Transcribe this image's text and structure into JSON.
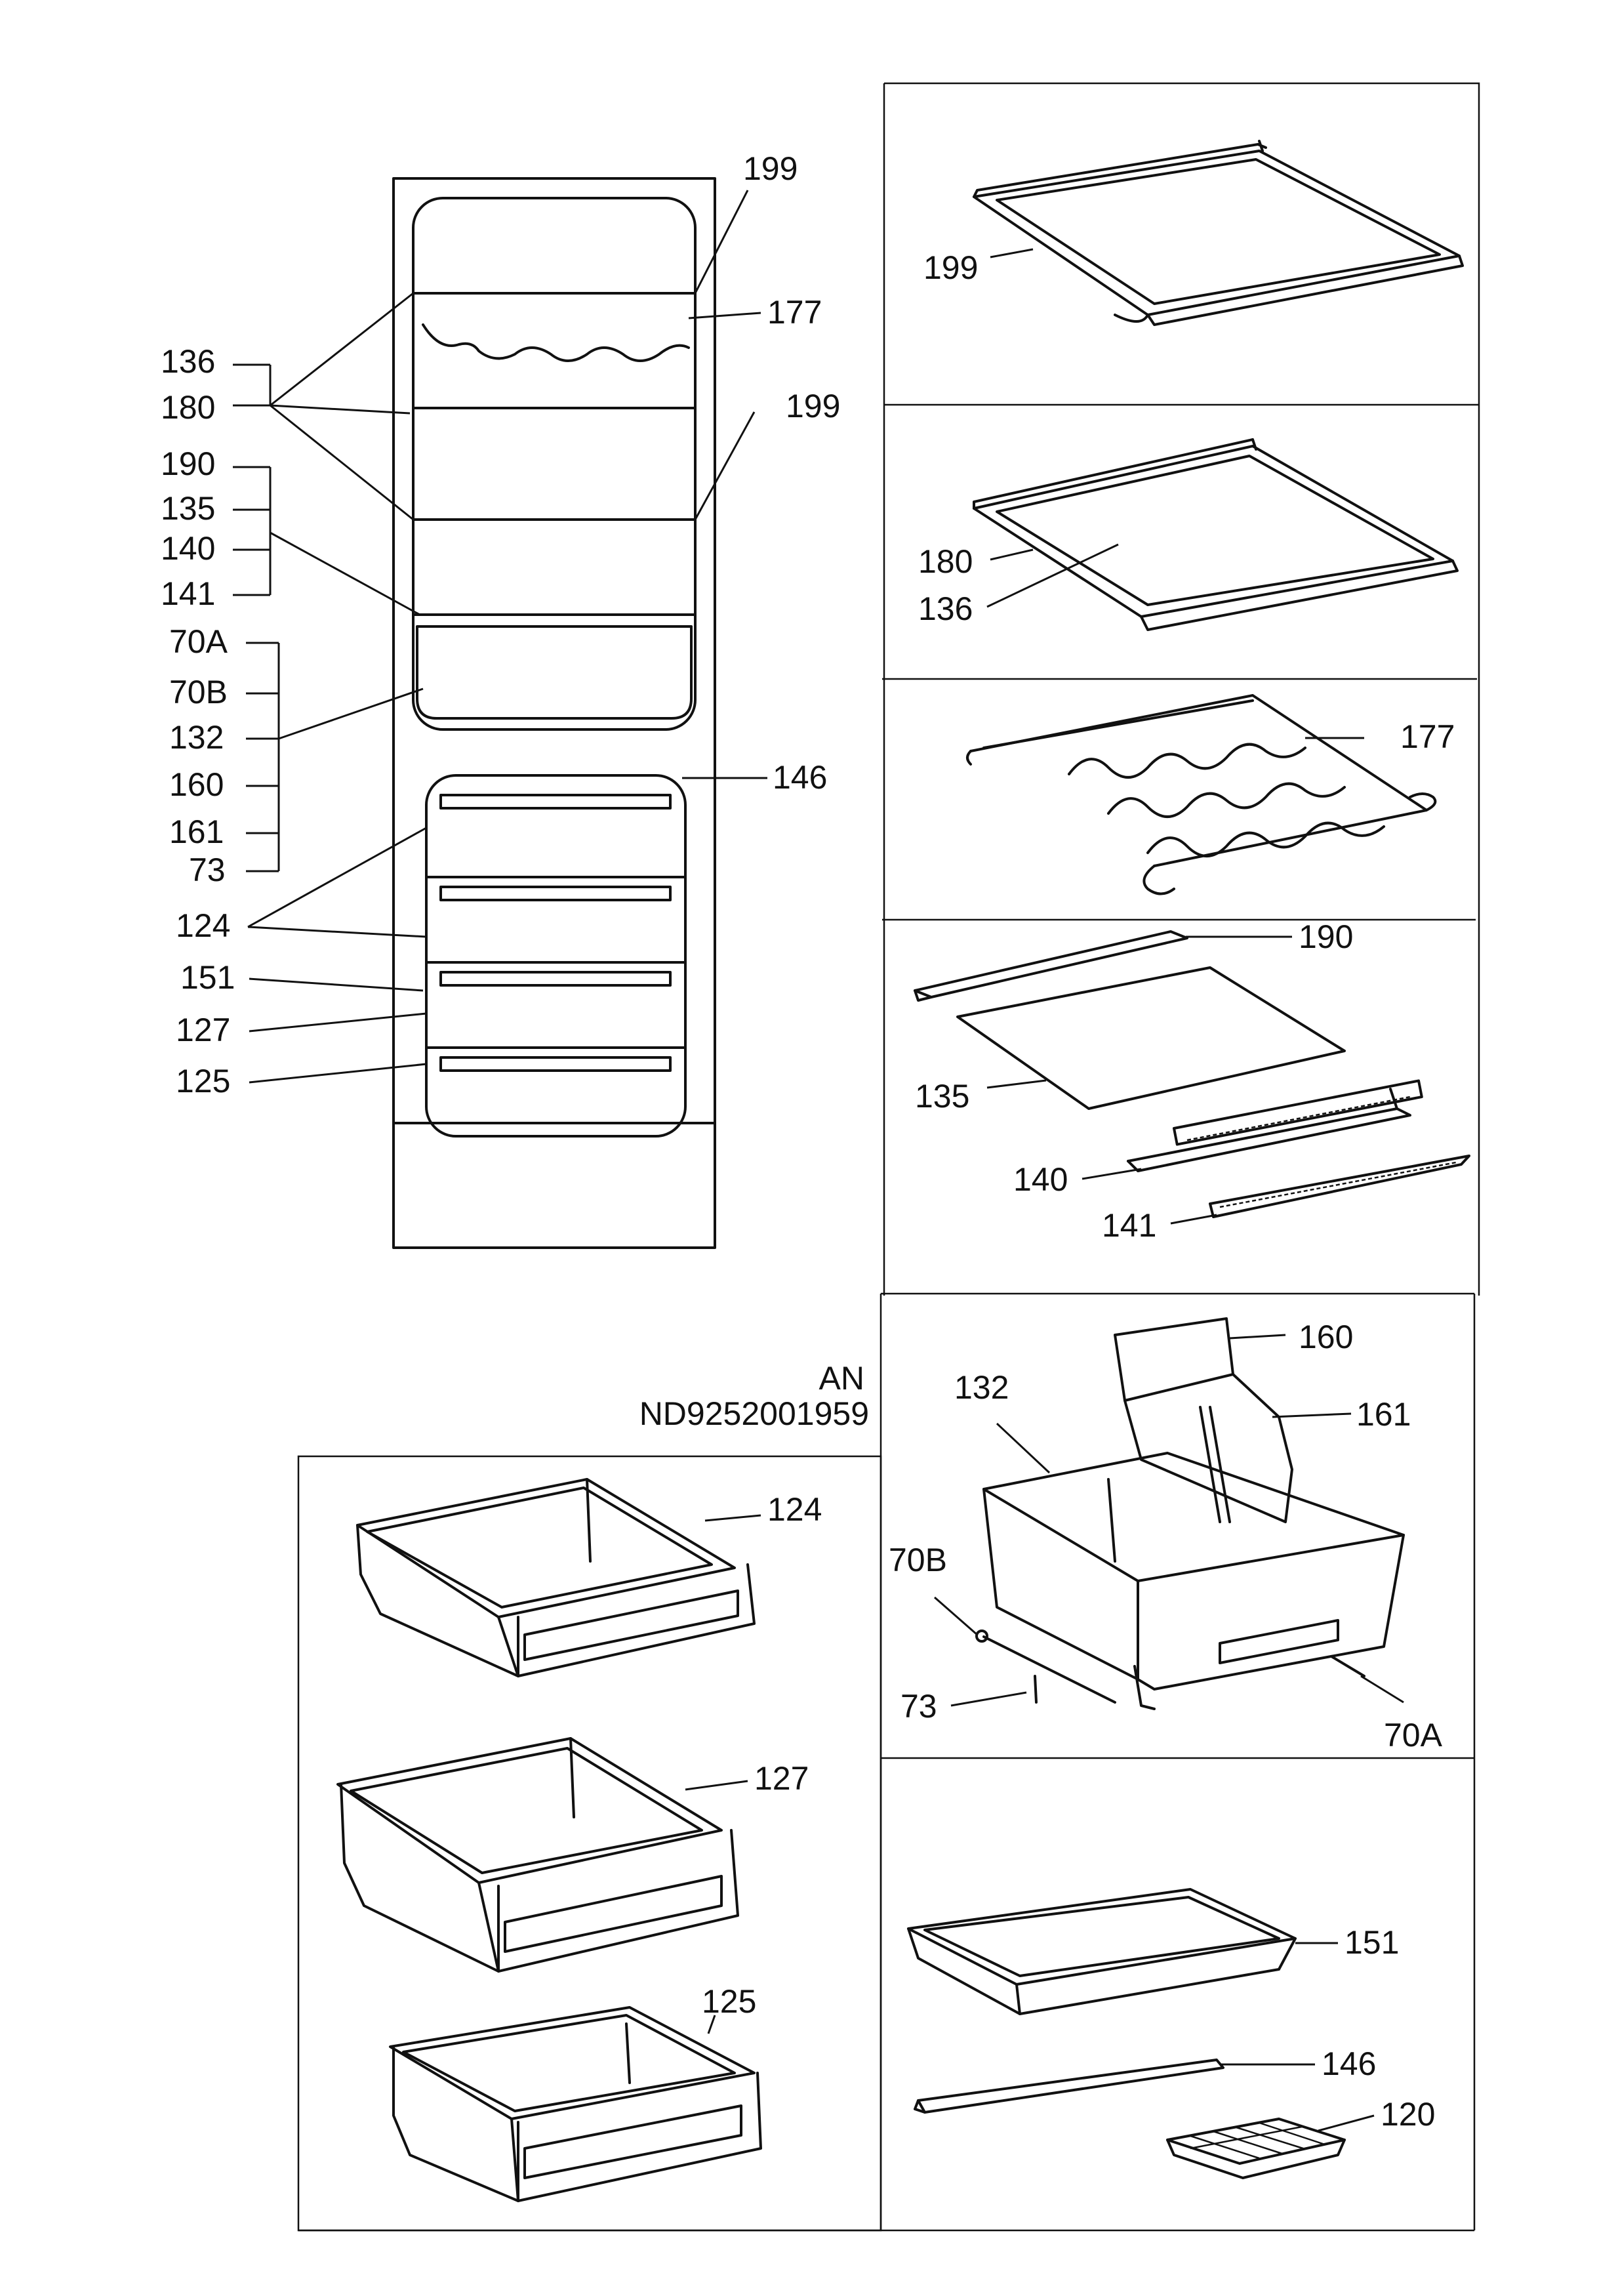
{
  "doc": {
    "code_line1": "AN",
    "code_line2": "ND9252001959"
  },
  "cabinet_labels": {
    "l199a": "199",
    "l177": "177",
    "l199b": "199",
    "l136": "136",
    "l180": "180",
    "l190": "190",
    "l135": "135",
    "l140": "140",
    "l141": "141",
    "l70a": "70A",
    "l70b": "70B",
    "l132": "132",
    "l160": "160",
    "l161": "161",
    "l73": "73",
    "l146": "146",
    "l124": "124",
    "l151": "151",
    "l127": "127",
    "l125": "125"
  },
  "panel_labels": {
    "p199": "199",
    "p180": "180",
    "p136": "136",
    "p177": "177",
    "p190": "190",
    "p135": "135",
    "p140": "140",
    "p141": "141",
    "p160": "160",
    "p132": "132",
    "p161": "161",
    "p70b": "70B",
    "p73": "73",
    "p70a": "70A",
    "p151": "151",
    "p146": "146",
    "p120": "120",
    "p124": "124",
    "p127": "127",
    "p125": "125"
  }
}
